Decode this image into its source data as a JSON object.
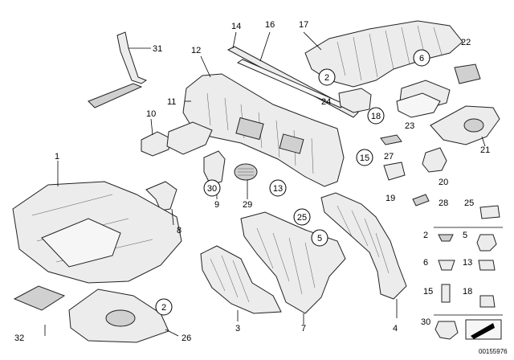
{
  "labels": {
    "l1": "1",
    "l3": "3",
    "l4": "4",
    "l7": "7",
    "l8": "8",
    "l9": "9",
    "l10": "10",
    "l11": "11",
    "l12": "12",
    "l14": "14",
    "l16": "16",
    "l17": "17",
    "l19": "19",
    "l20": "20",
    "l21": "21",
    "l22": "22",
    "l23": "23",
    "l24": "24",
    "l26": "26",
    "l27": "27",
    "l28": "28",
    "l31": "31",
    "l32": "32",
    "l25b": "25",
    "l2b": "2",
    "l5b": "5",
    "l6b": "6",
    "l13b": "13",
    "l15b": "15",
    "l18b": "18",
    "l30b": "30",
    "l29": "29"
  },
  "callouts": {
    "c2a": "2",
    "c6": "6",
    "c18": "18",
    "c15": "15",
    "c13": "13",
    "c30": "30",
    "c25": "25",
    "c5": "5",
    "c2b": "2"
  },
  "doc_id": "00155976"
}
